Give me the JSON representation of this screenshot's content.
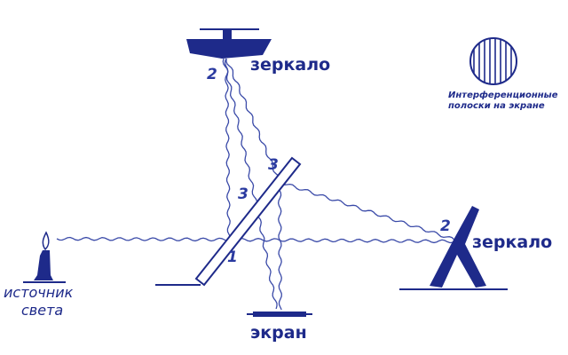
{
  "labels": {
    "mirror_top": "зеркало",
    "mirror_right": "зеркало",
    "screen": "экран",
    "source_line1": "источник",
    "source_line2": "света",
    "fringes_line1": "Интерференционные",
    "fringes_line2": "полоски на экране"
  },
  "markers": {
    "top_mirror_point": "2",
    "right_mirror_point": "2",
    "splitter_point": "1",
    "splitter_upper": "3",
    "splitter_lower": "3"
  },
  "colors": {
    "ink": "#1e2a8a",
    "ray": "#3a4aa8"
  }
}
